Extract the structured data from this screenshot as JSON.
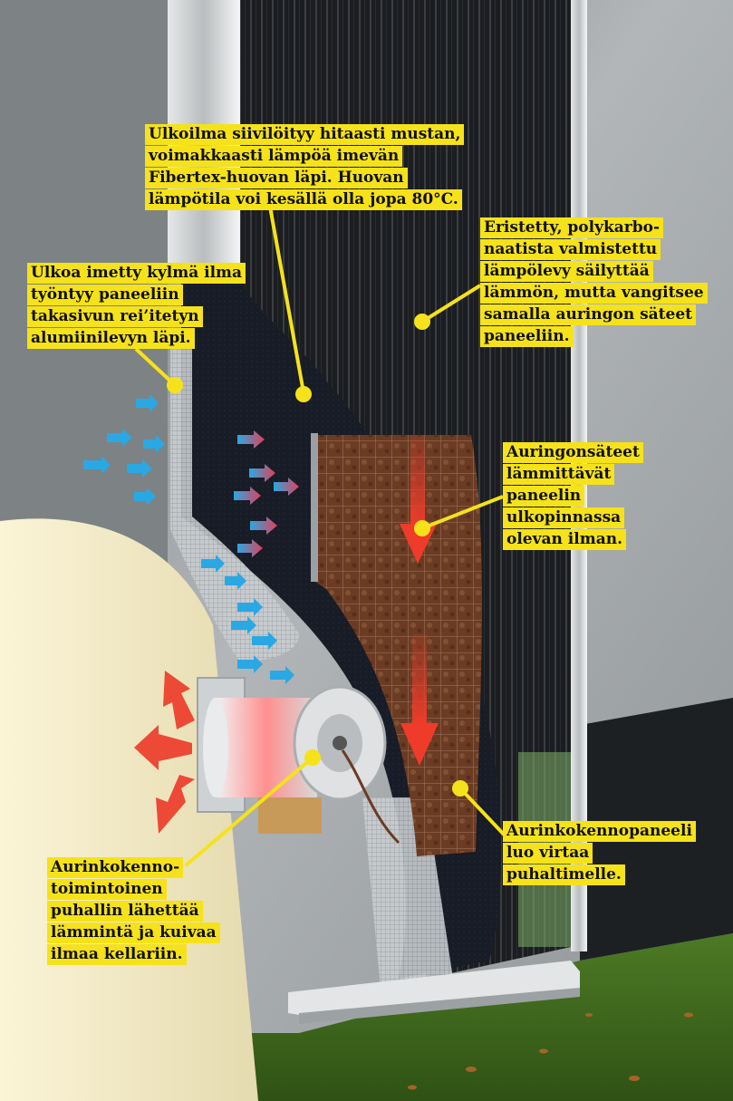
{
  "colors": {
    "wall": "#9ea3a5",
    "wall_shadow": "#6e7375",
    "cream_wall": "#f1e9c6",
    "panel_dark": "#16181a",
    "felt": "#141a24",
    "absorber": "#6b3b23",
    "label_yellow": "#f5e21a",
    "cold_arrow": "#39a9de",
    "warm_arrow": "#e8402f",
    "grass": "#3f6a1e"
  },
  "callouts": [
    {
      "id": "fibertex",
      "lines": [
        "Ulkoilma siivilöityy hitaasti mustan,",
        "voimakkaasti lämpöä imevän",
        "Fibertex-huovan läpi. Huovan",
        "lämpötila voi kesällä olla jopa 80°C."
      ]
    },
    {
      "id": "polycarbonate",
      "lines": [
        "Eristetty, polykarbo-",
        "naatista valmistettu",
        "lämpölevy säilyttää",
        "lämmön, mutta vangitsee",
        "samalla auringon säteet",
        "paneeliin."
      ]
    },
    {
      "id": "cold-air",
      "lines": [
        "Ulkoa imetty kylmä ilma",
        "työntyy paneeliin",
        "takasivun rei’itetyn",
        "alumiinilevyn läpi."
      ]
    },
    {
      "id": "sun-heats",
      "lines": [
        "Auringonsäteet",
        "lämmittävät",
        "paneelin",
        "ulkopinnassa",
        "olevan ilman."
      ]
    },
    {
      "id": "solar-cell",
      "lines": [
        "Aurinkokennopaneeli",
        "luo virtaa",
        "puhaltimelle."
      ]
    },
    {
      "id": "fan",
      "lines": [
        "Aurinkokenno-",
        "toimintoinen",
        "puhallin lähettää",
        "lämmintä ja kuivaa",
        "ilmaa kellariin."
      ]
    }
  ]
}
